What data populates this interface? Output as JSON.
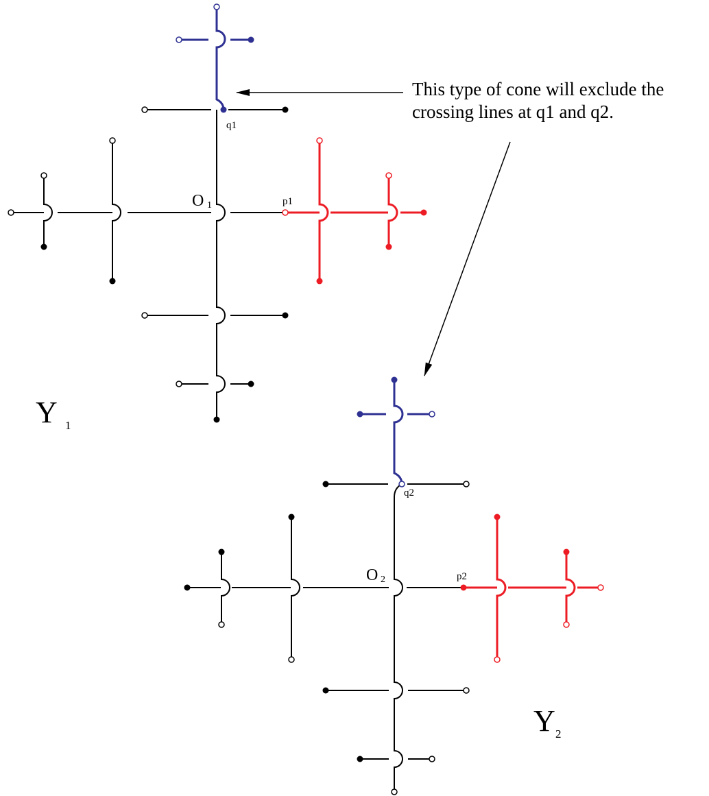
{
  "annotation": {
    "line1": "This type of cone will exclude the",
    "line2": "crossing lines at q1 and q2."
  },
  "labels": {
    "y1_main": "Y",
    "y1_sub": "1",
    "y2_main": "Y",
    "y2_sub": "2",
    "o1_main": "O",
    "o1_sub": "1",
    "o2_main": "O",
    "o2_sub": "2",
    "p1": "p1",
    "p2": "p2",
    "q1": "q1",
    "q2": "q2"
  },
  "colors": {
    "black": "#000000",
    "blue": "#2e3192",
    "red": "#ed1c24"
  }
}
